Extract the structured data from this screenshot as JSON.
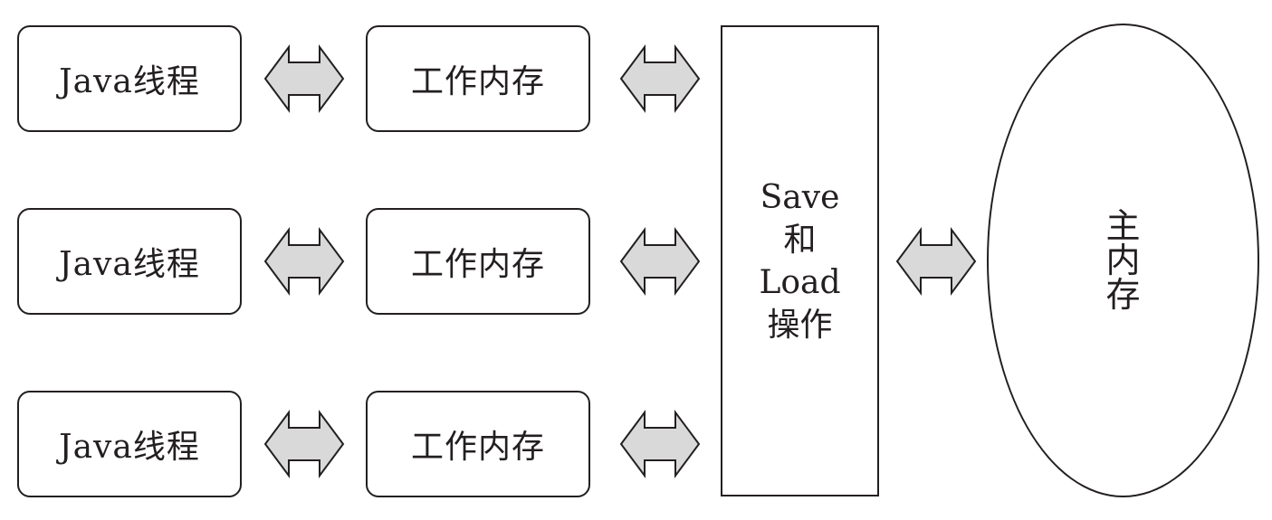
{
  "threads": [
    {
      "label": "Java线程"
    },
    {
      "label": "Java线程"
    },
    {
      "label": "Java线程"
    }
  ],
  "working_memory": [
    {
      "label": "工作内存"
    },
    {
      "label": "工作内存"
    },
    {
      "label": "工作内存"
    }
  ],
  "operations": {
    "line1": "Save",
    "line2": "和",
    "line3": "Load",
    "line4": "操作"
  },
  "main_memory": {
    "label": "主内存"
  },
  "colors": {
    "stroke": "#231f20",
    "arrow_fill": "#d9d9d9",
    "background": "#ffffff"
  }
}
